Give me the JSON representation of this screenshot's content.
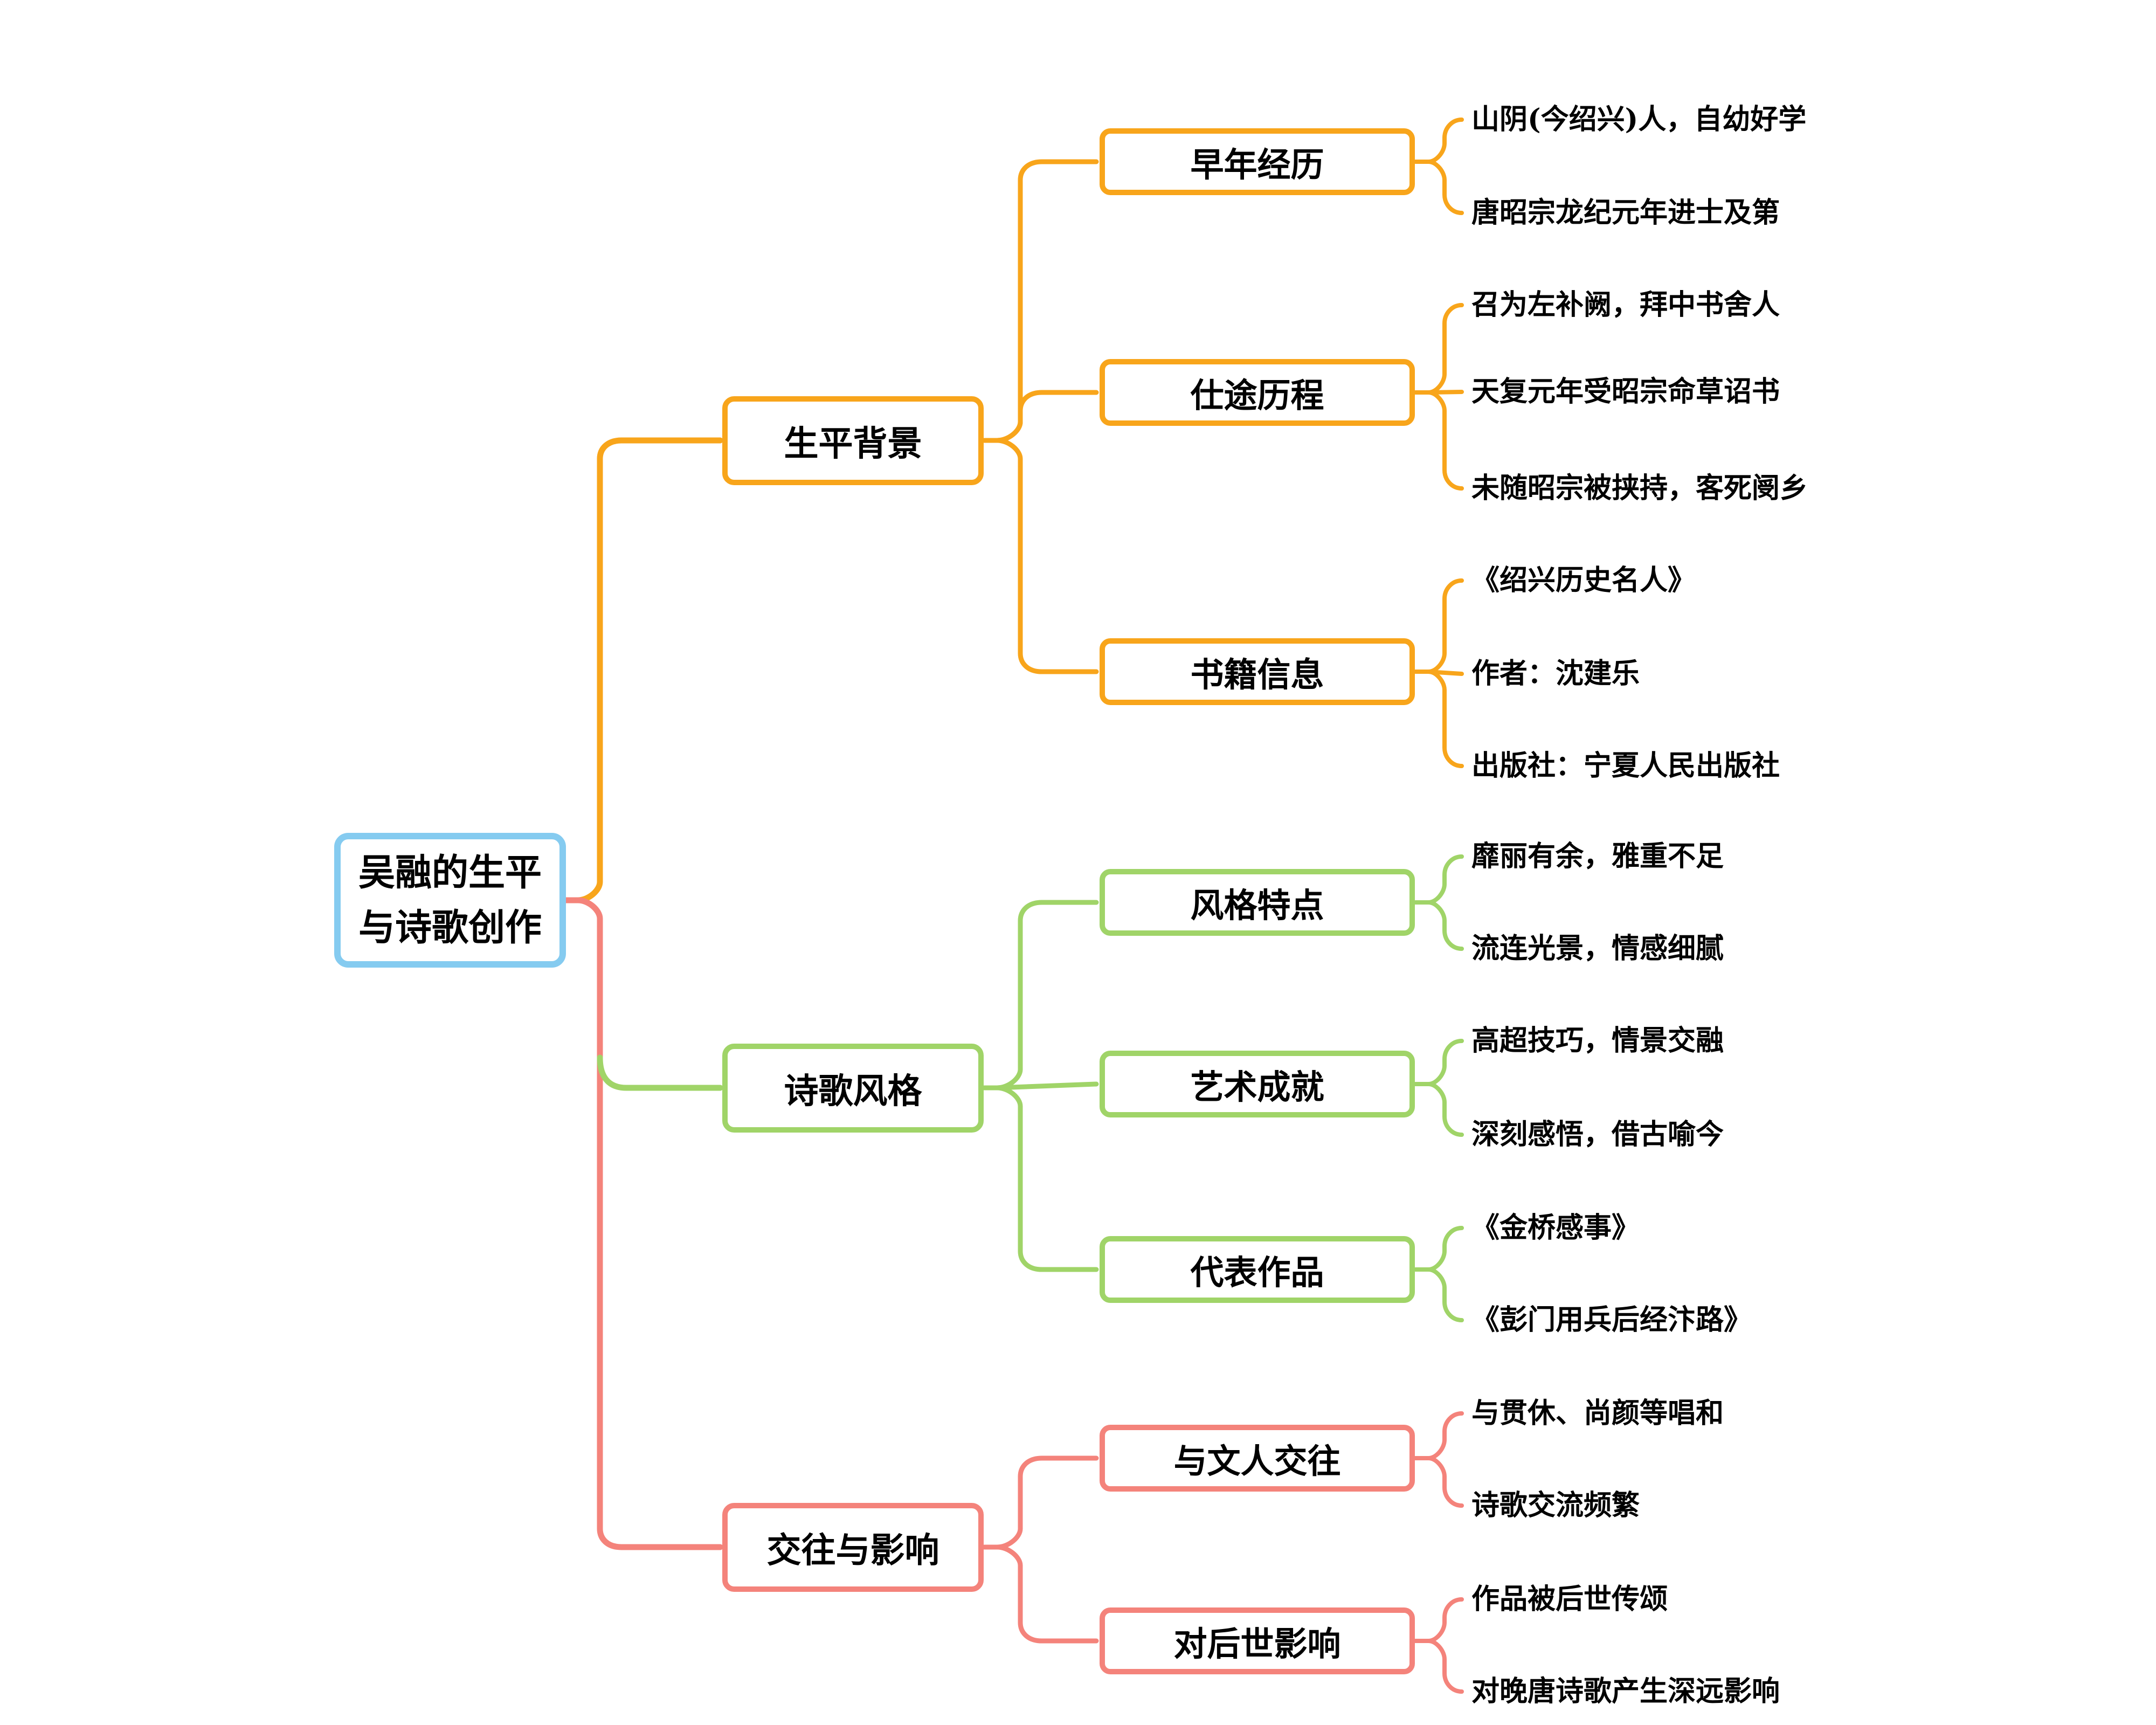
{
  "mindmap": {
    "root": {
      "label": "吴融的生平\n与诗歌创作",
      "border_color": "#85CBF0"
    },
    "branches": [
      {
        "label": "生平背景",
        "color": "#F8A51B",
        "children": [
          {
            "label": "早年经历",
            "leaves": [
              "山阴(今绍兴)人，自幼好学",
              "唐昭宗龙纪元年进士及第"
            ]
          },
          {
            "label": "仕途历程",
            "leaves": [
              "召为左补阙，拜中书舍人",
              "天复元年受昭宗命草诏书",
              "未随昭宗被挟持，客死阌乡"
            ]
          },
          {
            "label": "书籍信息",
            "leaves": [
              "《绍兴历史名人》",
              "作者：沈建乐",
              "出版社：宁夏人民出版社"
            ]
          }
        ]
      },
      {
        "label": "诗歌风格",
        "color": "#A0D468",
        "children": [
          {
            "label": "风格特点",
            "leaves": [
              "靡丽有余，雅重不足",
              "流连光景，情感细腻"
            ]
          },
          {
            "label": "艺术成就",
            "leaves": [
              "高超技巧，情景交融",
              "深刻感悟，借古喻今"
            ]
          },
          {
            "label": "代表作品",
            "leaves": [
              "《金桥感事》",
              "《彭门用兵后经汴路》"
            ]
          }
        ]
      },
      {
        "label": "交往与影响",
        "color": "#F4837B",
        "children": [
          {
            "label": "与文人交往",
            "leaves": [
              "与贯休、尚颜等唱和",
              "诗歌交流频繁"
            ]
          },
          {
            "label": "对后世影响",
            "leaves": [
              "作品被后世传颂",
              "对晚唐诗歌产生深远影响"
            ]
          }
        ]
      }
    ]
  }
}
